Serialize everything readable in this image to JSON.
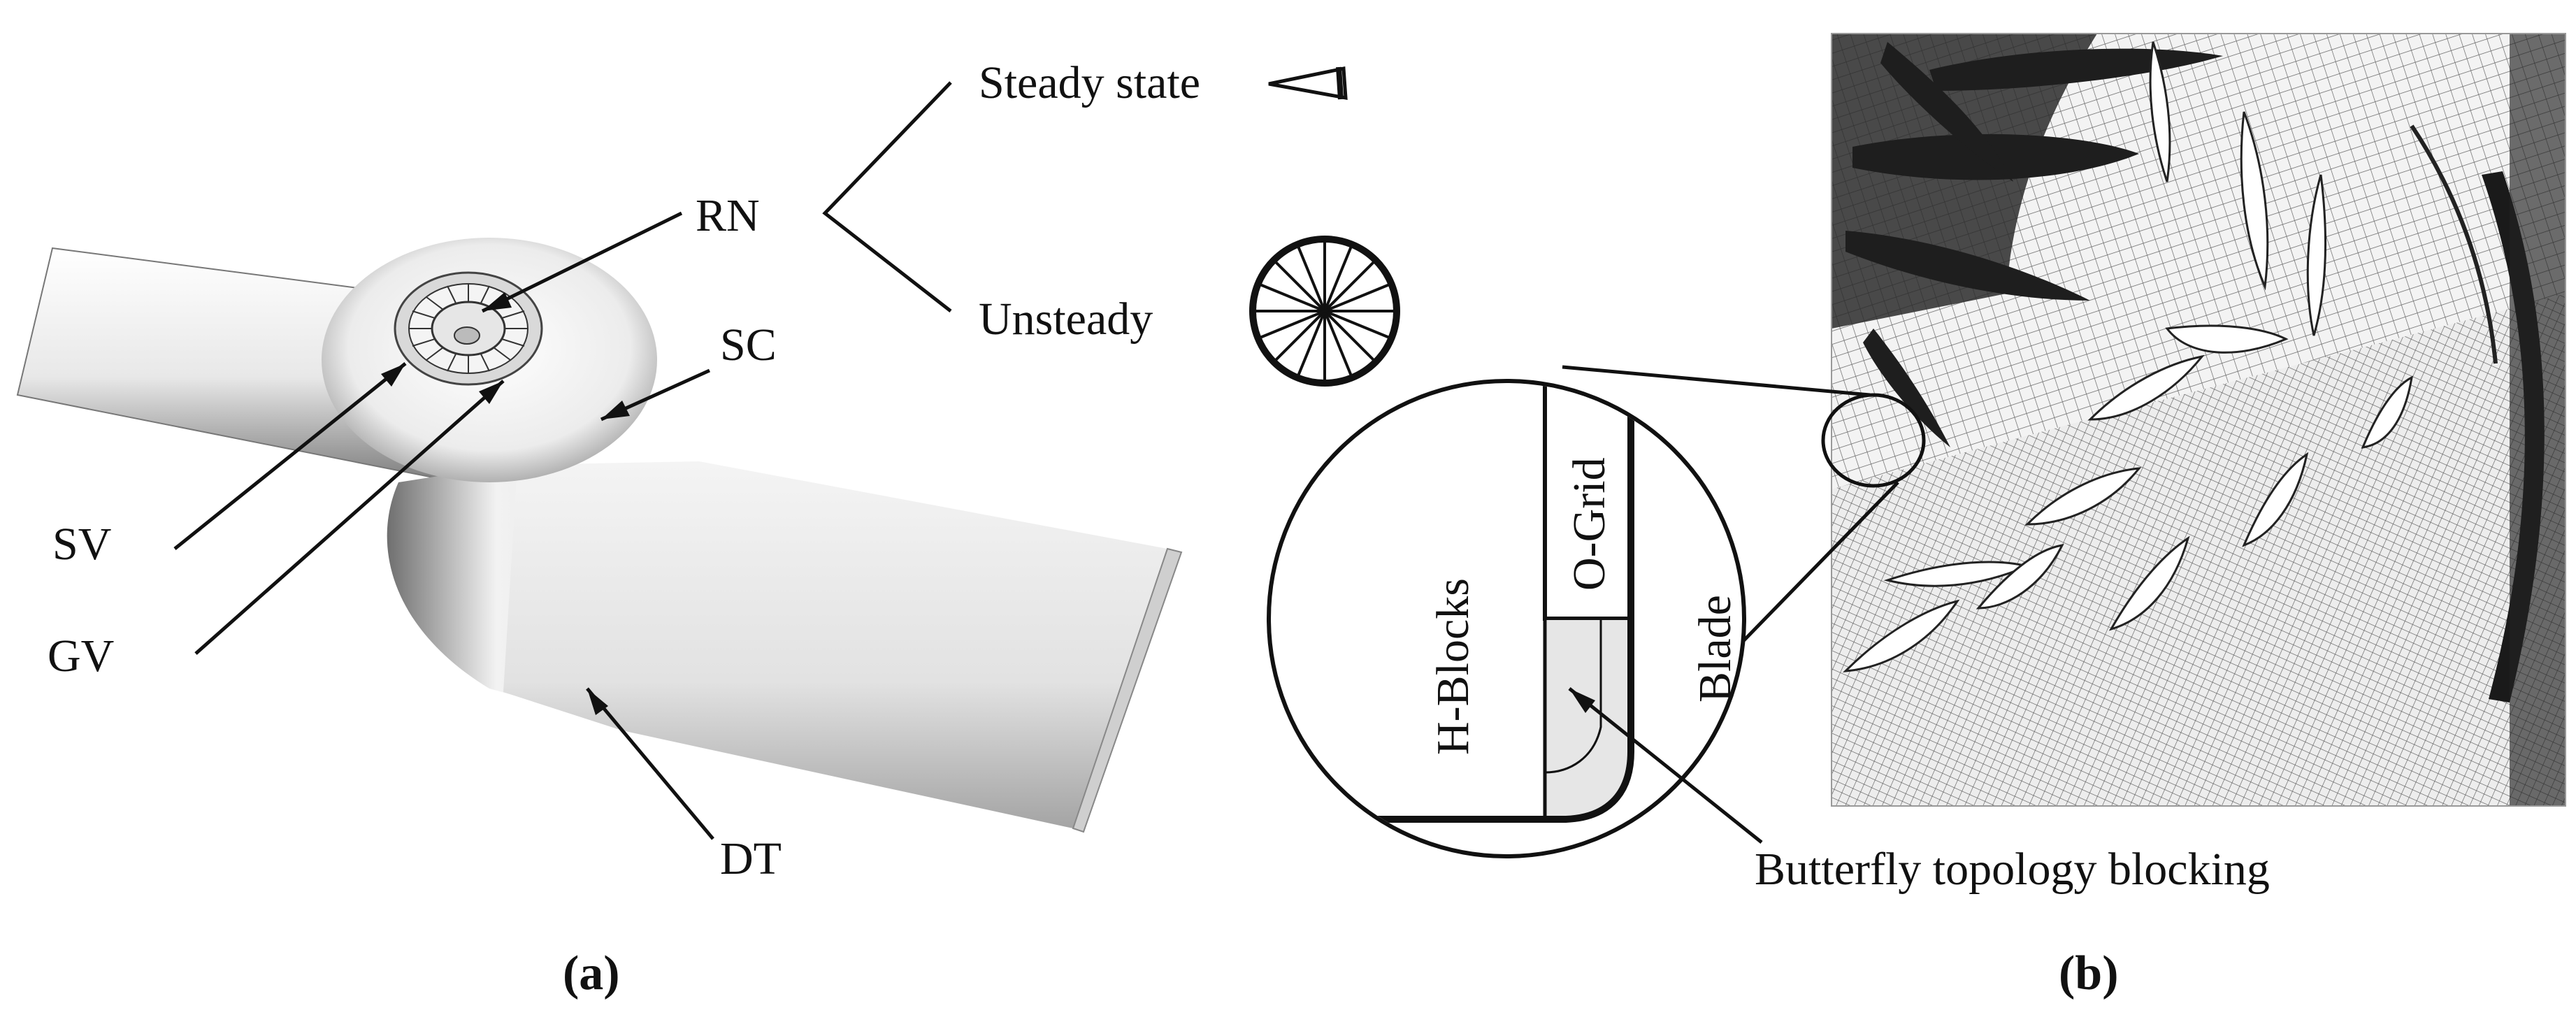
{
  "panel_a": {
    "caption": "(a)",
    "labels": {
      "rn": "RN",
      "steady_state": "Steady state",
      "unsteady": "Unsteady",
      "sc": "SC",
      "sv": "SV",
      "gv": "GV",
      "dt": "DT"
    }
  },
  "panel_b": {
    "caption": "(b)",
    "labels": {
      "h_blocks": "H-Blocks",
      "o_grid": "O-Grid",
      "blade": "Blade",
      "butterfly": "Butterfly topology blocking"
    }
  }
}
